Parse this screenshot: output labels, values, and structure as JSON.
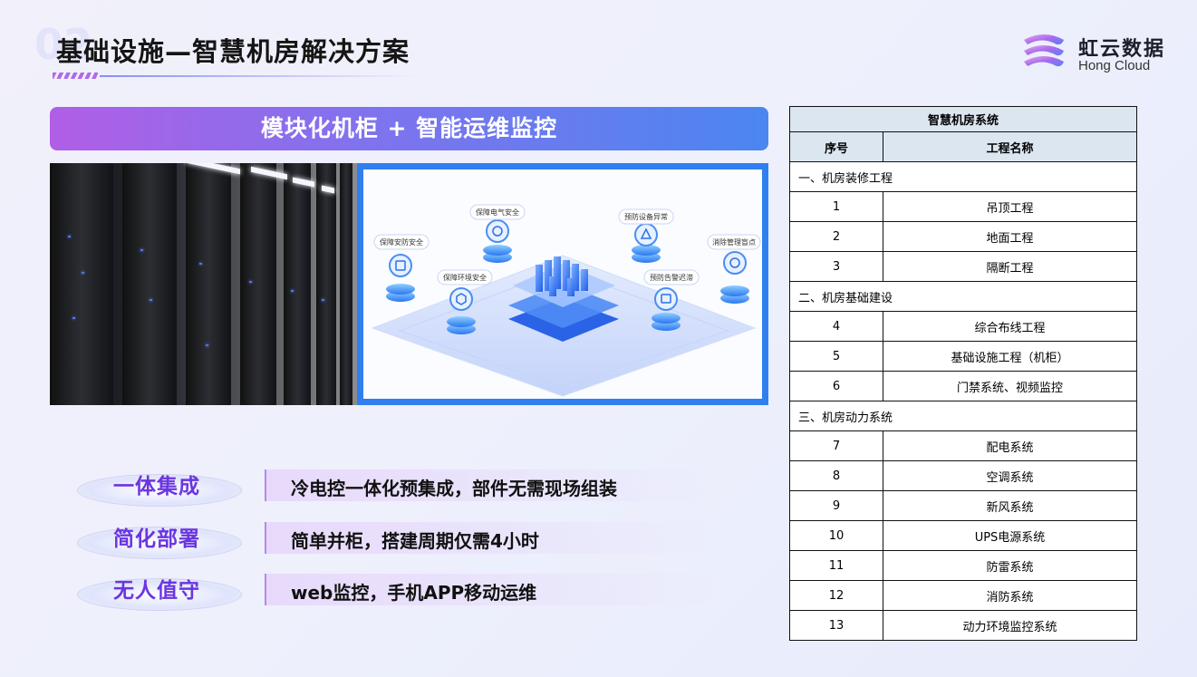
{
  "slide": {
    "title": "基础设施—智慧机房解决方案",
    "banner": "模块化机柜 + 智能运维监控"
  },
  "logo": {
    "name_cn": "虹云数据",
    "name_en": "Hong Cloud"
  },
  "diagram": {
    "labels": [
      "保障安防安全",
      "保障电气安全",
      "预防设备异常",
      "消除管理盲点",
      "保障环境安全",
      "预防告警迟滞"
    ]
  },
  "features": [
    {
      "title": "一体集成",
      "text": "冷电控一体化预集成，部件无需现场组装"
    },
    {
      "title": "简化部署",
      "text": "简单并柜，搭建周期仅需4小时"
    },
    {
      "title": "无人值守",
      "text": "web监控，手机APP移动运维"
    }
  ],
  "table": {
    "caption": "智慧机房系统",
    "headers": [
      "序号",
      "工程名称"
    ],
    "sections": [
      {
        "title": "一、机房装修工程",
        "rows": [
          [
            "1",
            "吊顶工程"
          ],
          [
            "2",
            "地面工程"
          ],
          [
            "3",
            "隔断工程"
          ]
        ]
      },
      {
        "title": "二、机房基础建设",
        "rows": [
          [
            "4",
            "综合布线工程"
          ],
          [
            "5",
            "基础设施工程（机柜）"
          ],
          [
            "6",
            "门禁系统、视频监控"
          ]
        ]
      },
      {
        "title": "三、机房动力系统",
        "rows": [
          [
            "7",
            "配电系统"
          ],
          [
            "8",
            "空调系统"
          ],
          [
            "9",
            "新风系统"
          ],
          [
            "10",
            "UPS电源系统"
          ],
          [
            "11",
            "防雷系统"
          ],
          [
            "12",
            "消防系统"
          ],
          [
            "13",
            "动力环境监控系统"
          ]
        ]
      }
    ]
  },
  "colors": {
    "accent_purple": "#6b35e0",
    "banner_start": "#b05ee6",
    "banner_end": "#4b86f0",
    "table_header": "#dce6f1"
  }
}
